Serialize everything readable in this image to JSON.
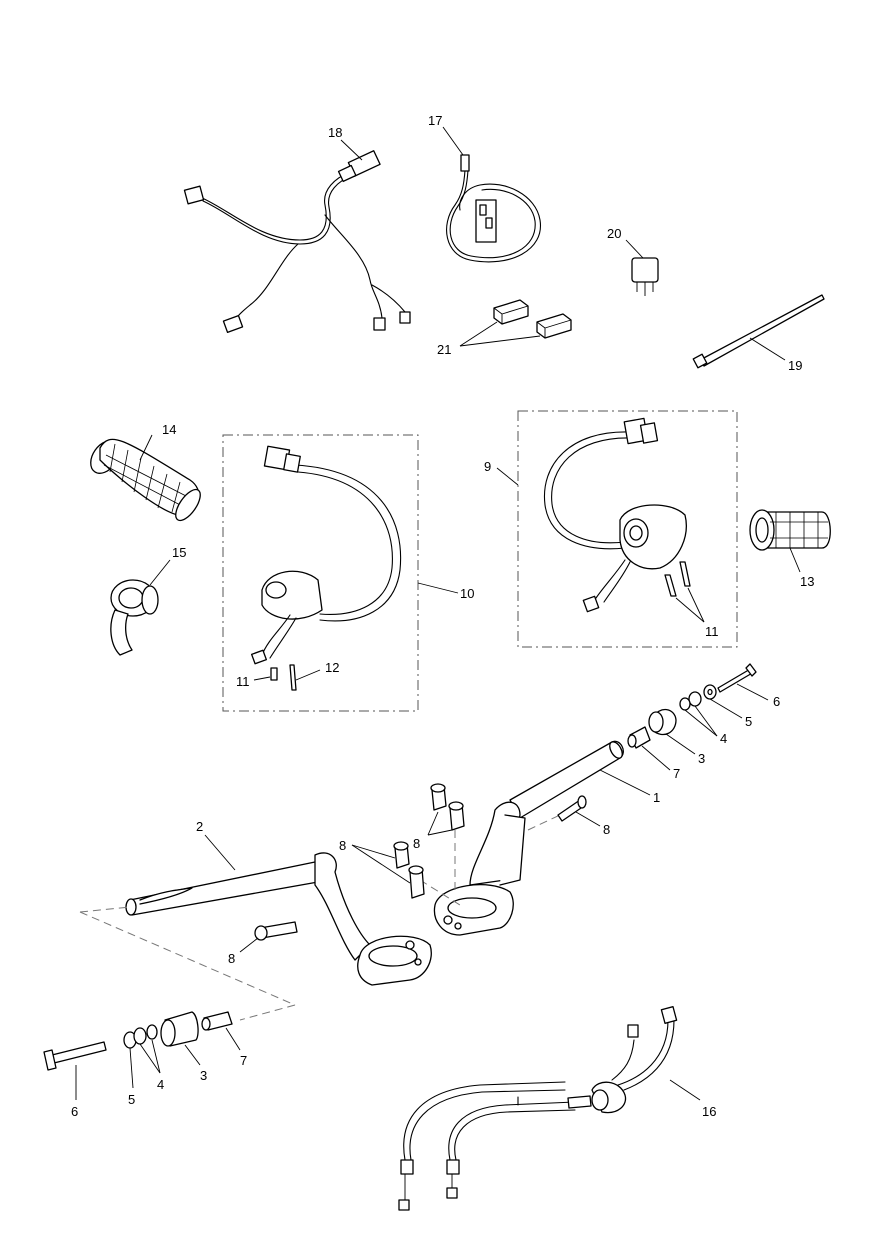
{
  "labels": {
    "p1": "1",
    "p2": "2",
    "p3a": "3",
    "p3b": "3",
    "p4a": "4",
    "p4b": "4",
    "p5a": "5",
    "p5b": "5",
    "p6a": "6",
    "p6b": "6",
    "p7a": "7",
    "p7b": "7",
    "p8a": "8",
    "p8b": "8",
    "p8c": "8",
    "p8d": "8",
    "p9": "9",
    "p10": "10",
    "p11a": "11",
    "p11b": "11",
    "p12": "12",
    "p13": "13",
    "p14": "14",
    "p15": "15",
    "p16": "16",
    "p17": "17",
    "p18": "18",
    "p19": "19",
    "p20": "20",
    "p21": "21"
  }
}
